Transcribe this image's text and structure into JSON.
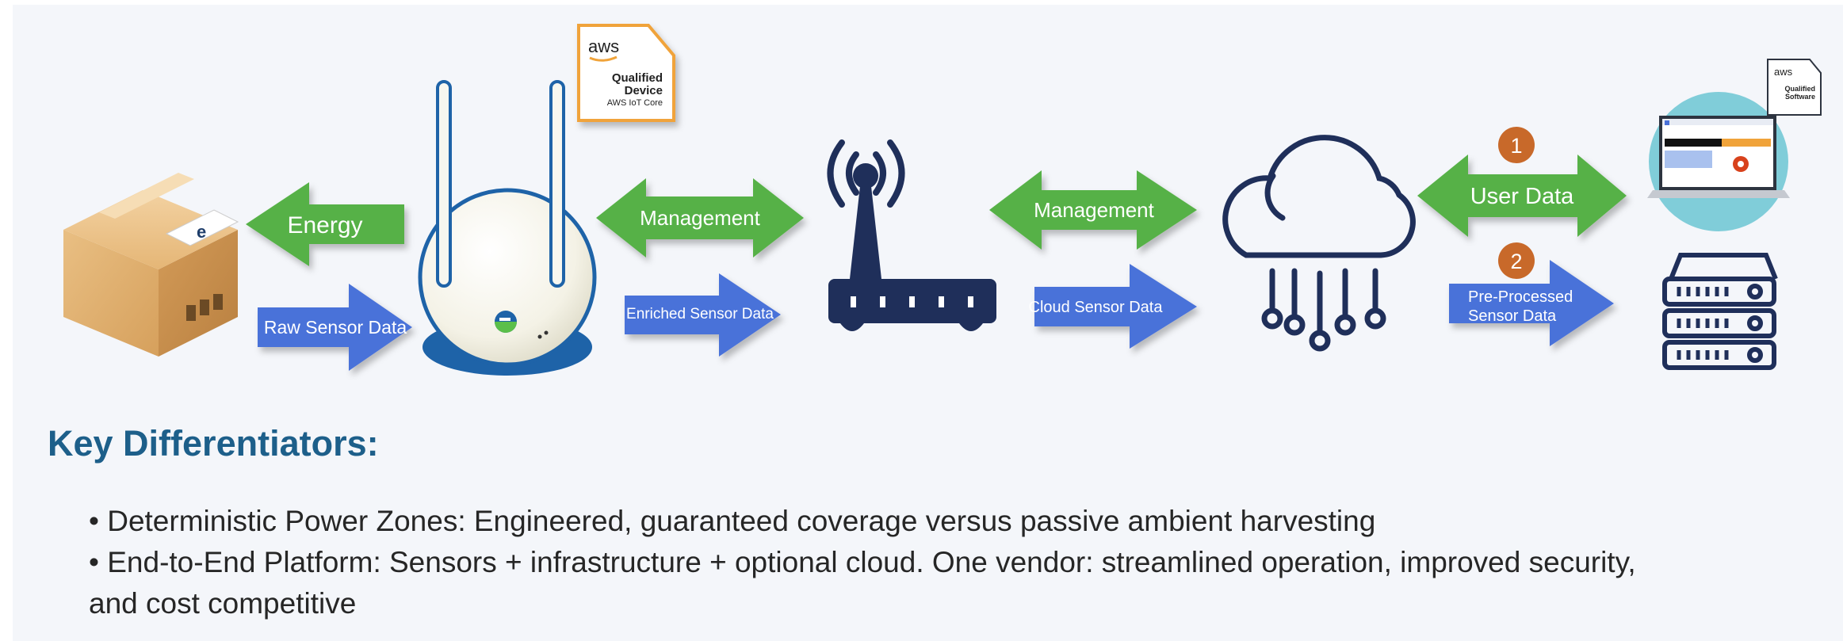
{
  "diagram": {
    "arrows": {
      "energy": "Energy",
      "raw_sensor_data": "Raw Sensor Data",
      "management_1": "Management",
      "enriched_sensor_data": "Enriched Sensor Data",
      "management_2": "Management",
      "cloud_sensor_data": "Cloud Sensor Data",
      "user_data": "User Data",
      "pre_processed_line1": "Pre-Processed",
      "pre_processed_line2": "Sensor Data"
    },
    "badges": {
      "one": "1",
      "two": "2"
    },
    "aws_device_badge": {
      "brand": "aws",
      "line1": "Qualified",
      "line2": "Device",
      "line3": "AWS IoT Core"
    },
    "aws_software_badge": {
      "brand": "aws",
      "line1": "Qualified",
      "line2": "Software"
    },
    "colors": {
      "green_arrow": "#56b146",
      "blue_arrow": "#4a72d9",
      "navy_icon": "#1f2f5a",
      "orange_badge": "#c8692a",
      "heading": "#1d5f8a"
    }
  },
  "text": {
    "heading": "Key Differentiators:",
    "bullets": [
      "• Deterministic Power Zones: Engineered, guaranteed coverage versus passive ambient harvesting",
      "• End-to-End Platform: Sensors + infrastructure + optional cloud. One vendor: streamlined operation, improved security,",
      "and cost competitive"
    ]
  }
}
